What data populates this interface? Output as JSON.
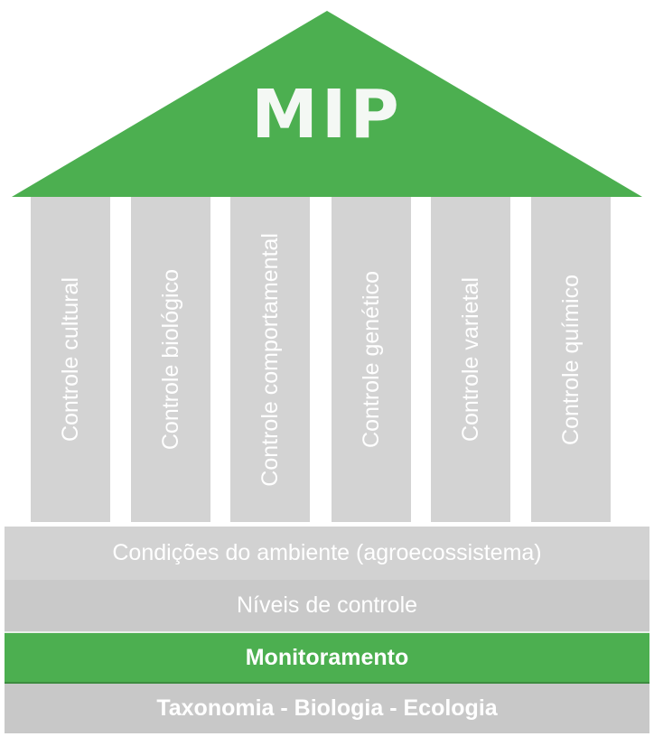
{
  "diagram": {
    "title": "MIP",
    "colors": {
      "green": "#4caf50",
      "green_dark": "#3d8b40",
      "column_gray": "#d3d3d3",
      "bar_gray_light": "#d2d2d2",
      "bar_gray_mid": "#c9c9c9",
      "bar_gray_dark": "#c8c8c8",
      "text_white": "#ffffff",
      "background": "#ffffff"
    },
    "roof": {
      "label": "MIP"
    },
    "columns": [
      {
        "label": "Controle cultural"
      },
      {
        "label": "Controle biológico"
      },
      {
        "label": "Controle comportamental"
      },
      {
        "label": "Controle genético"
      },
      {
        "label": "Controle varietal"
      },
      {
        "label": "Controle químico"
      }
    ],
    "foundation": [
      {
        "label": "Condições do ambiente (agroecossistema)"
      },
      {
        "label": "Níveis de controle"
      },
      {
        "label": "Monitoramento"
      },
      {
        "label": "Taxonomia - Biologia - Ecologia"
      }
    ]
  }
}
